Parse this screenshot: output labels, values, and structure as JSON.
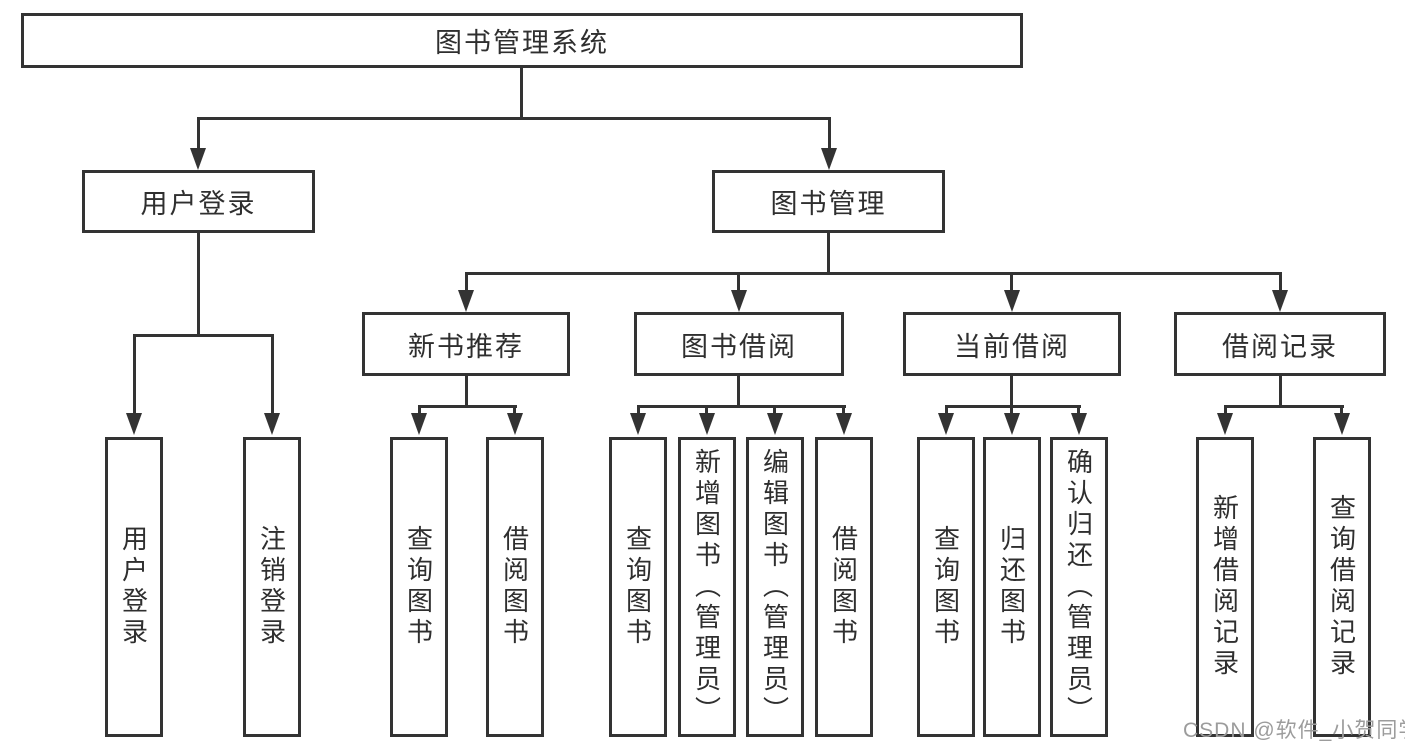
{
  "tree": {
    "label": "图书管理系统",
    "children": [
      {
        "label": "用户登录",
        "children": [
          {
            "label": "用户登录"
          },
          {
            "label": "注销登录"
          }
        ]
      },
      {
        "label": "图书管理",
        "children": [
          {
            "label": "新书推荐",
            "children": [
              {
                "label": "查询图书"
              },
              {
                "label": "借阅图书"
              }
            ]
          },
          {
            "label": "图书借阅",
            "children": [
              {
                "label": "查询图书"
              },
              {
                "label": "新增图书（管理员）"
              },
              {
                "label": "编辑图书（管理员）"
              },
              {
                "label": "借阅图书"
              }
            ]
          },
          {
            "label": "当前借阅",
            "children": [
              {
                "label": "查询图书"
              },
              {
                "label": "归还图书"
              },
              {
                "label": "确认归还（管理员）"
              }
            ]
          },
          {
            "label": "借阅记录",
            "children": [
              {
                "label": "新增借阅记录"
              },
              {
                "label": "查询借阅记录"
              }
            ]
          }
        ]
      }
    ]
  },
  "watermark": {
    "text": "CSDN @软件_小贺同学"
  },
  "colors": {
    "line": "#333333",
    "text": "#2f2f2f",
    "watermark": "#9c9c9c",
    "background": "#ffffff"
  }
}
